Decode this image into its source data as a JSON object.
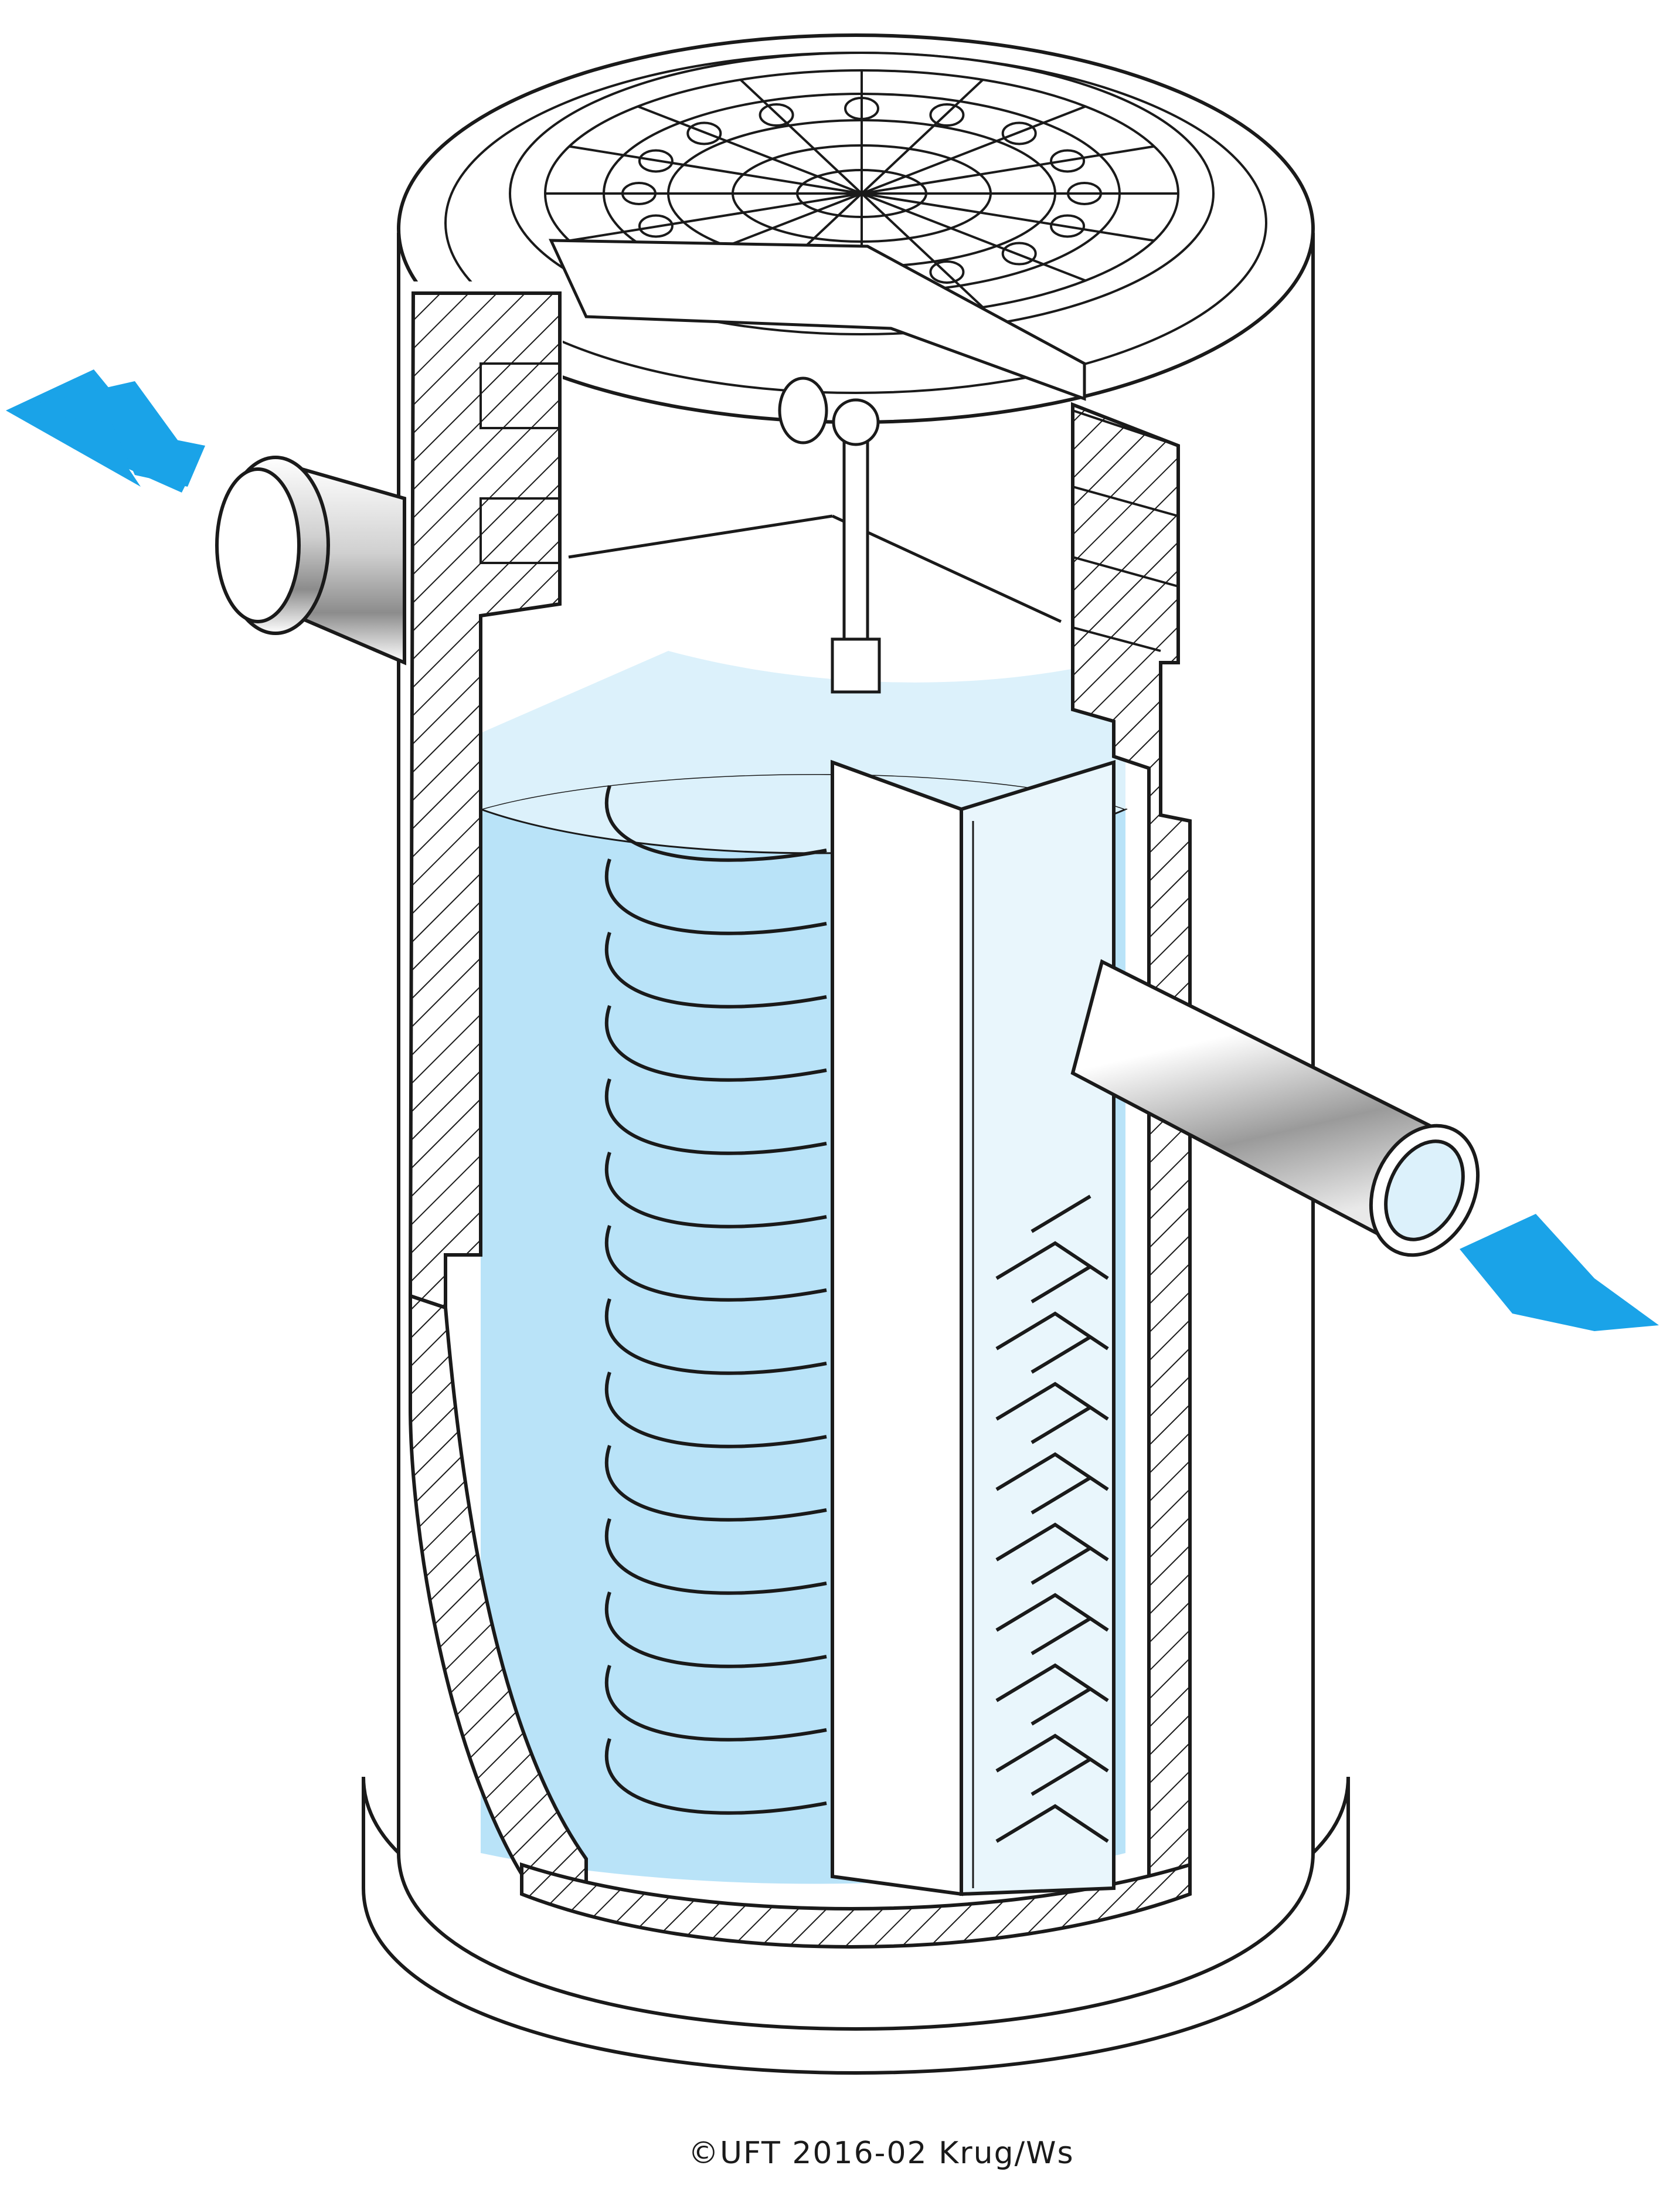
{
  "credit": "©UFT 2016-02 Krug/Ws",
  "colors": {
    "water": "#b9e3f8",
    "water_light": "#dcf1fb",
    "arrow": "#1aa3e8",
    "line": "#1a1a1a",
    "pipe_highlight": "#ffffff",
    "pipe_shade": "#8c8c8c"
  },
  "labels": {
    "inlet_arrow": "inlet-arrow",
    "outlet_arrow": "outlet-arrow"
  }
}
